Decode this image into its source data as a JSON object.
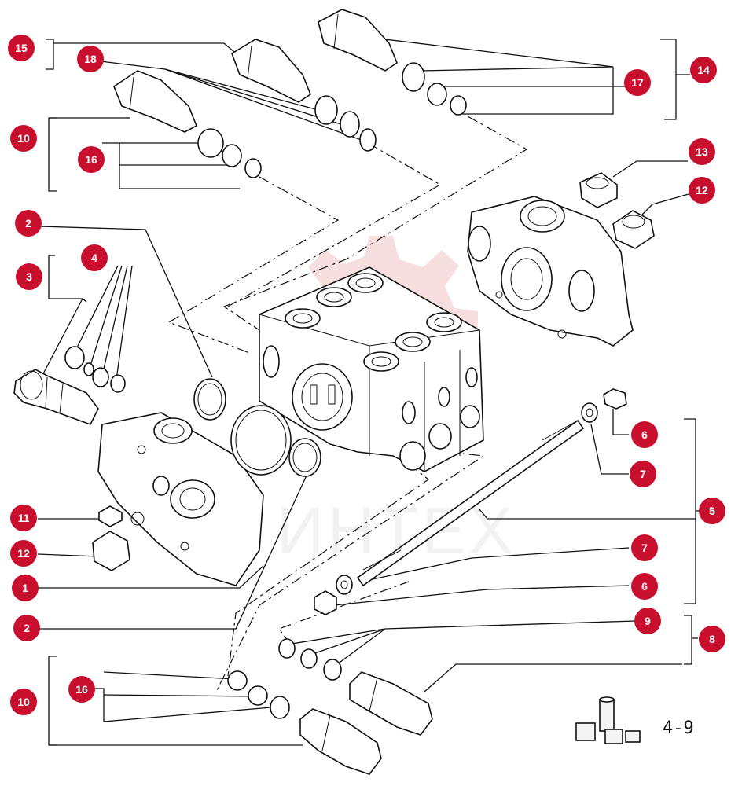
{
  "watermark": {
    "text": "ИНТЕХ",
    "gear_color": "#f2c6c8"
  },
  "page_number": "4-9",
  "accent_color": "#c8102e",
  "callouts": [
    {
      "id": "c15",
      "label": "15"
    },
    {
      "id": "c18",
      "label": "18"
    },
    {
      "id": "c10a",
      "label": "10"
    },
    {
      "id": "c16a",
      "label": "16"
    },
    {
      "id": "c2a",
      "label": "2"
    },
    {
      "id": "c4",
      "label": "4"
    },
    {
      "id": "c3",
      "label": "3"
    },
    {
      "id": "c11",
      "label": "11"
    },
    {
      "id": "c12a",
      "label": "12"
    },
    {
      "id": "c1",
      "label": "1"
    },
    {
      "id": "c2b",
      "label": "2"
    },
    {
      "id": "c10b",
      "label": "10"
    },
    {
      "id": "c16b",
      "label": "16"
    },
    {
      "id": "c14",
      "label": "14"
    },
    {
      "id": "c17",
      "label": "17"
    },
    {
      "id": "c13",
      "label": "13"
    },
    {
      "id": "c12b",
      "label": "12"
    },
    {
      "id": "c6a",
      "label": "6"
    },
    {
      "id": "c7a",
      "label": "7"
    },
    {
      "id": "c5",
      "label": "5"
    },
    {
      "id": "c7b",
      "label": "7"
    },
    {
      "id": "c6b",
      "label": "6"
    },
    {
      "id": "c9",
      "label": "9"
    },
    {
      "id": "c8",
      "label": "8"
    }
  ]
}
